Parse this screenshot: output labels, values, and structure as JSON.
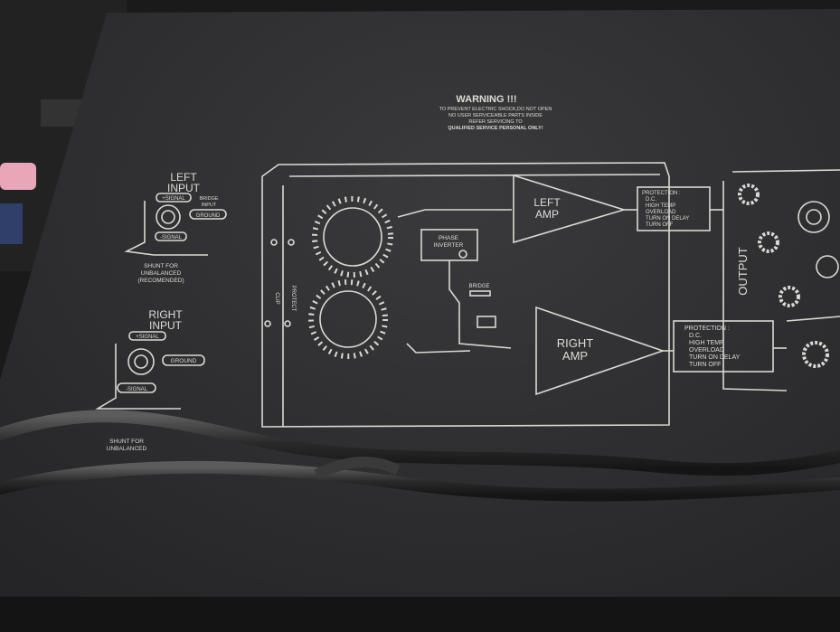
{
  "panel": {
    "warning_title": "WARNING !!!",
    "warning_lines": [
      "TO PREVENT ELECTRIC SHOCK,DO NOT OPEN",
      "NO USER SERVICEABLE PARTS INSIDE",
      "REFER SERVICING TO",
      "QUALIFIED SERVICE PERSONAL ONLY!"
    ],
    "left_input": [
      "LEFT",
      "INPUT"
    ],
    "right_input": [
      "RIGHT",
      "INPUT"
    ],
    "signal_plus": "+SIGNAL",
    "signal_minus": "-SIGNAL",
    "ground": "GROUND",
    "bridge_input": [
      "BRIDGE",
      "INPUT"
    ],
    "shunt_left": [
      "SHUNT FOR",
      "UNBALANCED",
      "(RECOMENDED)"
    ],
    "shunt_right": [
      "SHUNT FOR",
      "UNBALANCED"
    ],
    "clip": "CLIP",
    "protect": "PROTECT",
    "phase_inverter": [
      "PHASE",
      "INVERTER"
    ],
    "bridge": "BRIDGE",
    "left_amp": [
      "LEFT",
      "AMP"
    ],
    "right_amp": [
      "RIGHT",
      "AMP"
    ],
    "protection_left": [
      "PROTECTION :",
      "D.C.",
      "HIGH TEMP",
      "OVERLOAD",
      "TURN ON DELAY",
      "TURN OFF"
    ],
    "protection_right": [
      "PROTECTION :",
      "D.C.",
      "HIGH TEMP",
      "OVERLOAD",
      "TURN ON DELAY",
      "TURN OFF"
    ],
    "output": "OUTPUT"
  },
  "colors": {
    "panel": "#2f2f31",
    "silkscreen": "#d9d9d4",
    "cable": "#2a2a2b"
  }
}
